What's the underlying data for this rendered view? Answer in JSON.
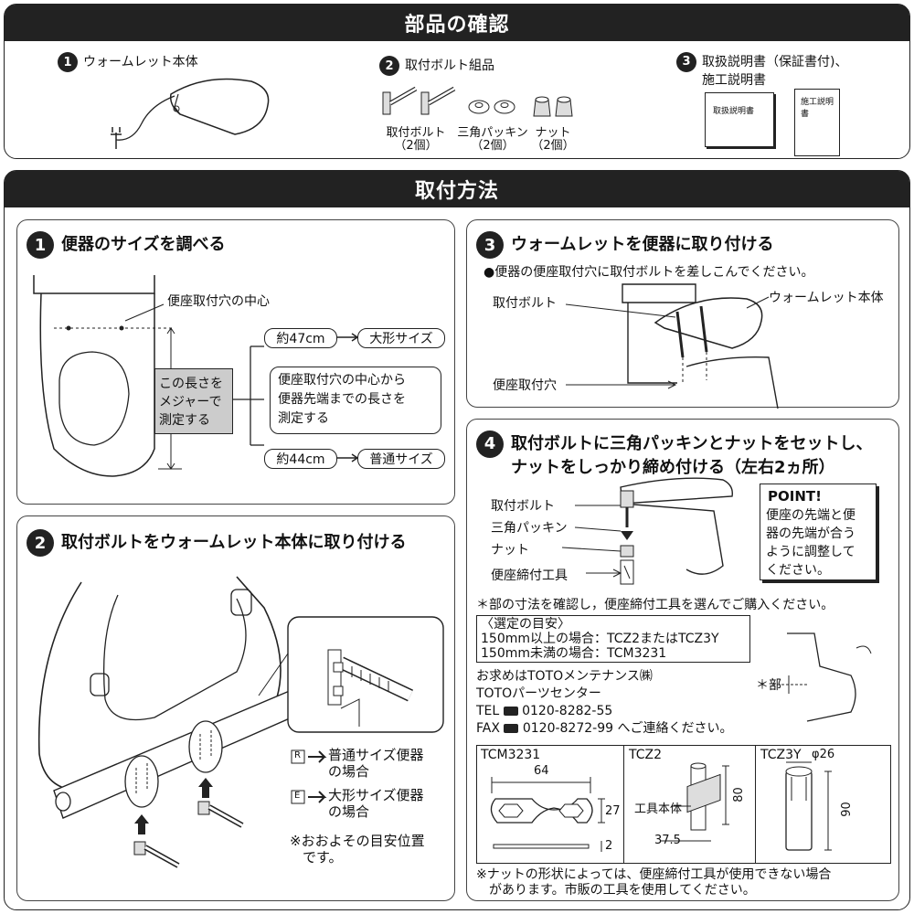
{
  "parts": {
    "title": "部品の確認",
    "item1": {
      "num": "1",
      "label": "ウォームレット本体"
    },
    "item2": {
      "num": "2",
      "label": "取付ボルト組品"
    },
    "item2_bolt": {
      "line1": "取付ボルト",
      "line2": "（2個）"
    },
    "item2_packing": {
      "line1": "三角パッキン",
      "line2": "（2個）"
    },
    "item2_nut": {
      "line1": "ナット",
      "line2": "（2個）"
    },
    "item3": {
      "num": "3",
      "line1": "取扱説明書（保証書付)、",
      "line2": "施工説明書"
    },
    "manual1": "取扱説明書",
    "manual2": "施工説明書"
  },
  "method": {
    "title": "取付方法"
  },
  "step1": {
    "num": "1",
    "title": "便器のサイズを調べる",
    "center_label": "便座取付穴の中心",
    "measure_box": [
      "この長さを",
      "メジャーで",
      "測定する"
    ],
    "explain": [
      "便座取付穴の中心から",
      "便器先端までの長さを",
      "測定する"
    ],
    "large_val": "約47cm",
    "large_size": "大形サイズ",
    "normal_val": "約44cm",
    "normal_size": "普通サイズ"
  },
  "step2": {
    "num": "2",
    "title": "取付ボルトをウォームレット本体に取り付ける",
    "r_mark": "R",
    "r_text": [
      "普通サイズ便器",
      "の場合"
    ],
    "e_mark": "E",
    "e_text": [
      "大形サイズ便器",
      "の場合"
    ],
    "note": [
      "※おおよその目安位置",
      "です。"
    ]
  },
  "step3": {
    "num": "3",
    "title": "ウォームレットを便器に取り付ける",
    "bullet": "●便器の便座取付穴に取付ボルトを差しこんでください。",
    "label_bolt": "取付ボルト",
    "label_body": "ウォームレット本体",
    "label_hole": "便座取付穴"
  },
  "step4": {
    "num": "4",
    "title1": "取付ボルトに三角パッキンとナットをセットし、",
    "title2": "ナットをしっかり締め付ける（左右2ヵ所）",
    "label_bolt": "取付ボルト",
    "label_packing": "三角パッキン",
    "label_nut": "ナット",
    "label_tool": "便座締付工具",
    "point_title": "POINT!",
    "point_text": [
      "便座の先端と便",
      "器の先端が合う",
      "ように調整して",
      "ください。"
    ],
    "star_note": "＊部の寸法を確認し，便座締付工具を選んでご購入ください。",
    "guide_title": "〈選定の目安〉",
    "guide1": "150mm以上の場合：TCZ2またはTCZ3Y",
    "guide2": "150mm未満の場合：TCM3231",
    "star_part": "＊部",
    "contact1": "お求めはTOTOメンテナンス㈱",
    "contact2": "TOTOパーツセンター",
    "tel_label": "TEL",
    "tel": "0120-8282-55",
    "fax_label": "FAX",
    "fax": "0120-8272-99",
    "fax_suffix": "へご連絡ください。",
    "tool1": {
      "name": "TCM3231",
      "dim_w": "64",
      "dim_h": "27",
      "dim_t": "2"
    },
    "tool2": {
      "name": "TCZ2",
      "body": "工具本体",
      "dim_h": "80",
      "dim_w": "37.5"
    },
    "tool3": {
      "name": "TCZ3Y",
      "dim_d": "φ26",
      "dim_h": "90"
    },
    "footnote1": "※ナットの形状によっては、便座締付工具が使用できない場合",
    "footnote2": "があります。市販の工具を使用してください。"
  }
}
